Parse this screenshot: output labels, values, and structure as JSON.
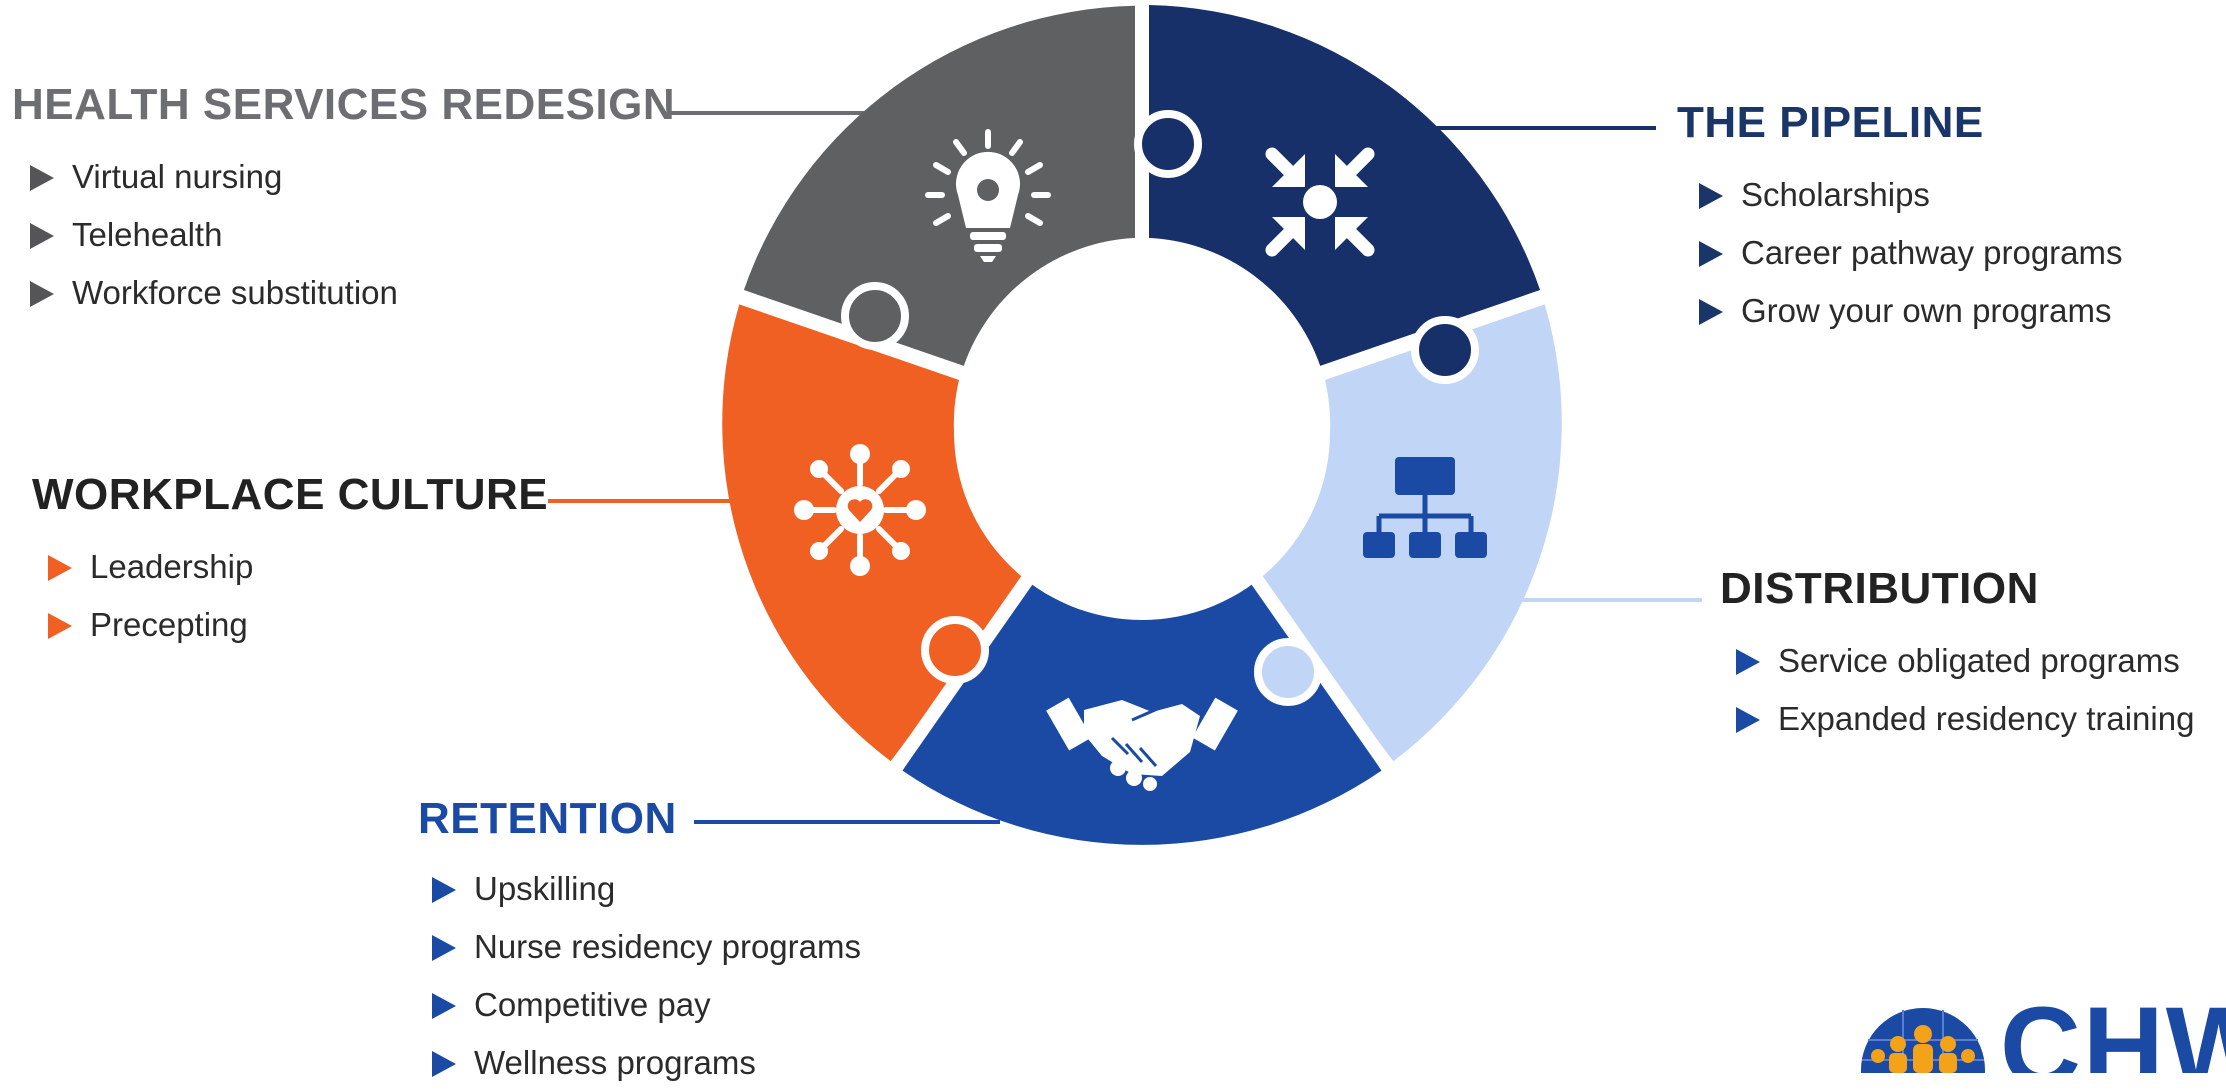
{
  "colors": {
    "gray": "#5f6062",
    "navy": "#17306a",
    "light_blue": "#c1d5f6",
    "blue": "#1a4aa3",
    "orange": "#f06022"
  },
  "sections": {
    "health_services_redesign": {
      "title": "HEALTH SERVICES REDESIGN",
      "icon": "lightbulb-gear-icon",
      "items": [
        "Virtual nursing",
        "Telehealth",
        "Workforce substitution"
      ]
    },
    "pipeline": {
      "title": "THE PIPELINE",
      "icon": "converge-arrows-icon",
      "items": [
        "Scholarships",
        "Career pathway programs",
        "Grow your own programs"
      ]
    },
    "workplace_culture": {
      "title": "WORKPLACE CULTURE",
      "icon": "heart-network-icon",
      "items": [
        "Leadership",
        "Precepting"
      ]
    },
    "distribution": {
      "title": "DISTRIBUTION",
      "icon": "org-chart-icon",
      "items": [
        "Service obligated programs",
        "Expanded residency training"
      ]
    },
    "retention": {
      "title": "RETENTION",
      "icon": "handshake-icon",
      "items": [
        "Upskilling",
        "Nurse residency programs",
        "Competitive pay",
        "Wellness programs"
      ]
    }
  },
  "logo": {
    "text": "CHW"
  }
}
